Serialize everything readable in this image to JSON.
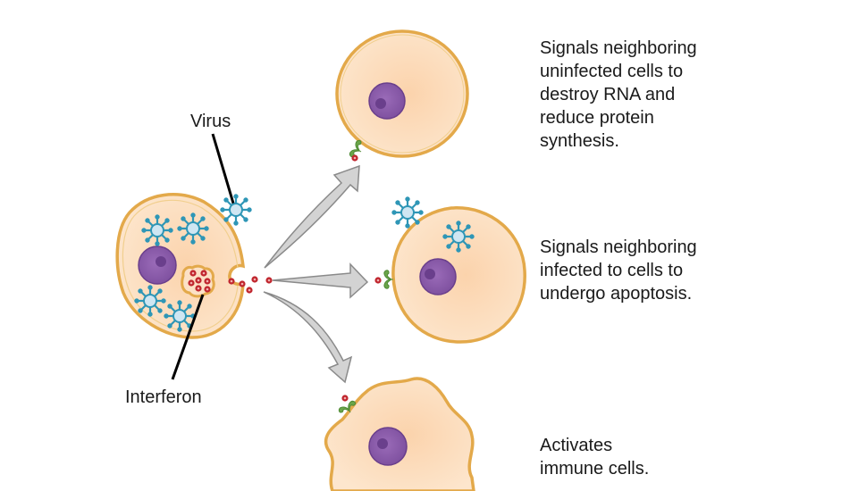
{
  "labels": {
    "virus": "Virus",
    "interferon": "Interferon"
  },
  "descriptions": [
    {
      "text": "Signals neighboring\nuninfected cells to\ndestroy RNA and\nreduce protein\nsynthesis."
    },
    {
      "text": "Signals neighboring\ninfected to cells to\nundergo apoptosis."
    },
    {
      "text": "Activates\nimmune cells."
    }
  ],
  "colors": {
    "cytoplasm": "#fde0c2",
    "membrane": "#e3a94a",
    "nucleus": "#8a5aa8",
    "nucleolus": "#6a3f8c",
    "virus_body": "#cfe6f2",
    "virus_stroke": "#2e96b6",
    "interferon": "#c0262e",
    "receptor": "#6ba54a",
    "arrow_fill": "#d3d3d3",
    "arrow_stroke": "#8a8a8a",
    "leader_line": "#000000"
  }
}
